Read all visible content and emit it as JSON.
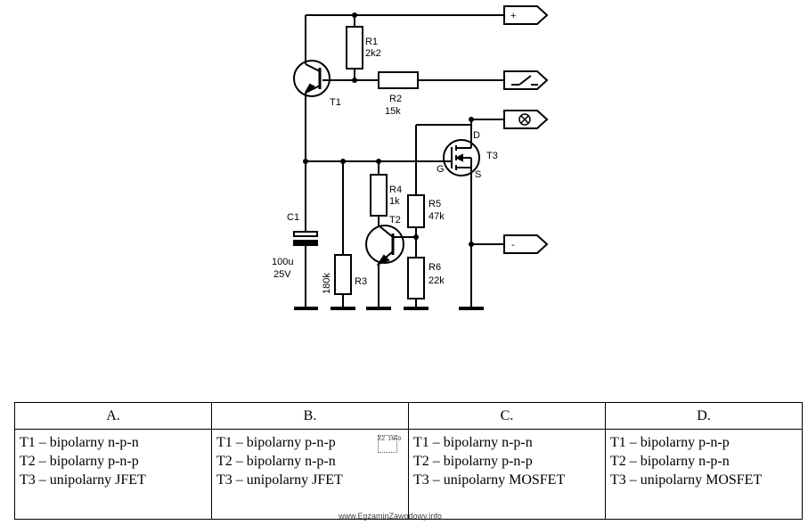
{
  "schematic": {
    "terminals": {
      "plus": "+",
      "minus": "-"
    },
    "components": {
      "R1": {
        "name": "R1",
        "value": "2k2"
      },
      "R2": {
        "name": "R2",
        "value": "15k"
      },
      "R3": {
        "name": "R3",
        "value": "180k"
      },
      "R4": {
        "name": "R4",
        "value": "1k"
      },
      "R5": {
        "name": "R5",
        "value": "47k"
      },
      "R6": {
        "name": "R6",
        "value": "22k"
      },
      "C1": {
        "name": "C1",
        "value": "100u",
        "voltage": "25V"
      },
      "T1": {
        "name": "T1"
      },
      "T2": {
        "name": "T2"
      },
      "T3": {
        "name": "T3",
        "pin_d": "D",
        "pin_g": "G",
        "pin_s": "S"
      }
    },
    "icons": [
      "switch-icon",
      "lamp-icon"
    ]
  },
  "options": [
    {
      "letter": "A.",
      "lines": [
        "T1 – bipolarny n-p-n",
        "T2 – bipolarny p-n-p",
        "T3 – unipolarny JFET"
      ]
    },
    {
      "letter": "B.",
      "lines": [
        "T1 – bipolarny p-n-p",
        "T2 – bipolarny n-p-n",
        "T3 – unipolarny JFET"
      ]
    },
    {
      "letter": "C.",
      "lines": [
        "T1 – bipolarny n-p-n",
        "T2 – bipolarny p-n-p",
        "T3 – unipolarny MOSFET"
      ]
    },
    {
      "letter": "D.",
      "lines": [
        "T1 – bipolarny p-n-p",
        "T2 – bipolarny n-p-n",
        "T3 – unipolarny MOSFET"
      ]
    }
  ],
  "logo_text": "EZ INFO",
  "watermark": "www.EgzaminZawodowy.info"
}
